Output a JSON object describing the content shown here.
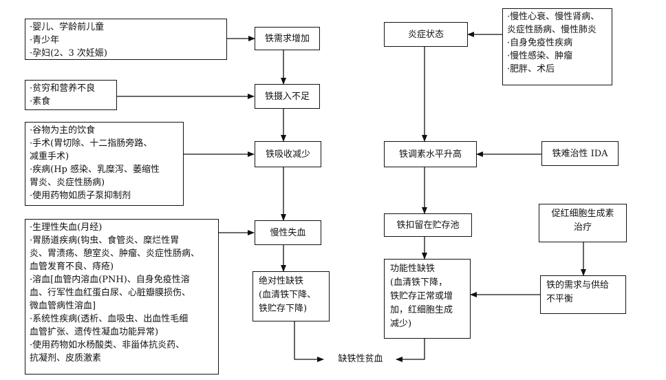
{
  "left_column": {
    "causes_demand": {
      "items": [
        "·婴儿、学龄前儿童",
        "·青少年",
        "·孕妇(2、3 次妊娠)"
      ]
    },
    "node_demand": "铁需求增加",
    "causes_intake": {
      "items": [
        "·贫穷和营养不良",
        "·素食"
      ]
    },
    "node_intake": "铁摄入不足",
    "causes_absorption": {
      "items": [
        "·谷物为主的饮食",
        "·手术(胃切除、十二指肠旁路、",
        "  减重手术)",
        "·疾病(Hp 感染、乳糜泻、萎缩性",
        "  胃炎、炎症性肠病)",
        "·使用药物如质子泵抑制剂"
      ]
    },
    "node_absorption": "铁吸收减少",
    "causes_blood_loss": {
      "items": [
        "·生理性失血(月经)",
        "·胃肠道疾病(钩虫、食管炎、糜烂性胃",
        "  炎、胃溃疡、憩室炎、肿瘤、炎症性肠病、",
        "  血管发育不良、痔疮)",
        "·溶血[血管内溶血(PNH)、自身免疫性溶",
        "  血、行军性血红蛋白尿、心脏瓣膜损伤、",
        "  微血管病性溶血]",
        "·系统性疾病(透析、血吸虫、出血性毛细",
        "  血管扩张、遗传性凝血功能异常)",
        "·使用药物如水杨酸类、非甾体抗炎药、",
        "  抗凝剂、皮质激素"
      ]
    },
    "node_blood_loss": "慢性失血",
    "node_absolute": "绝对性缺铁\n(血清铁下降、\n铁贮存下降)"
  },
  "right_column": {
    "node_inflammation": "炎症状态",
    "causes_inflammation": {
      "items": [
        "·慢性心衰、慢性肾病、",
        "炎症性肠病、慢性肺炎",
        "·自身免疫性疾病",
        "·慢性感染、肿瘤",
        "·肥胖、术后"
      ]
    },
    "node_hepcidin": "铁调素水平升高",
    "node_irida": "铁难治性 IDA",
    "node_sequestration": "铁扣留在贮存池",
    "node_esa": "促红细胞生成素\n治疗",
    "node_functional": "功能性缺铁\n(血清铁下降，\n铁贮存正常或增\n加，红细胞生成\n减少)",
    "node_imbalance": "铁的需求与供给\n不平衡"
  },
  "outcome": "缺铁性贫血"
}
